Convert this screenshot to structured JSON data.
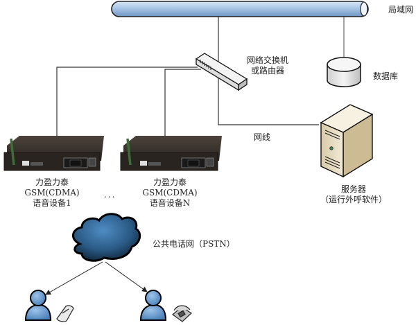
{
  "diagram": {
    "lan": {
      "label": "局域网",
      "icon": "lan-pipe-icon"
    },
    "switch": {
      "label_line1": "网络交换机",
      "label_line2": "或路由器",
      "icon": "network-switch-icon"
    },
    "database": {
      "label": "数据库",
      "icon": "database-icon"
    },
    "cable": {
      "label": "网线"
    },
    "server": {
      "label_line1": "服务器",
      "label_line2": "（运行外呼软件）",
      "icon": "server-tower-icon"
    },
    "devices": [
      {
        "line1": "力盈力泰",
        "line2": "GSM(CDMA)",
        "line3": "语音设备1",
        "icon": "gsm-gateway-icon"
      },
      {
        "line1": "力盈力泰",
        "line2": "GSM(CDMA)",
        "line3": "语音设备N",
        "icon": "gsm-gateway-icon"
      }
    ],
    "ellipsis": "...",
    "pstn": {
      "label": "公共电话网（PSTN）",
      "icon": "cloud-icon"
    },
    "users": [
      {
        "icon": "user-icon",
        "phone_icon": "mobile-phone-icon"
      },
      {
        "icon": "user-icon",
        "phone_icon": "desk-phone-icon"
      }
    ],
    "colors": {
      "pipe_fill": "#a9c6e6",
      "cloud_fill": "#2a5a85",
      "user_fill": "#5b93cc",
      "server_fill": "#e8dcc0",
      "device_body": "#3a342e"
    }
  }
}
